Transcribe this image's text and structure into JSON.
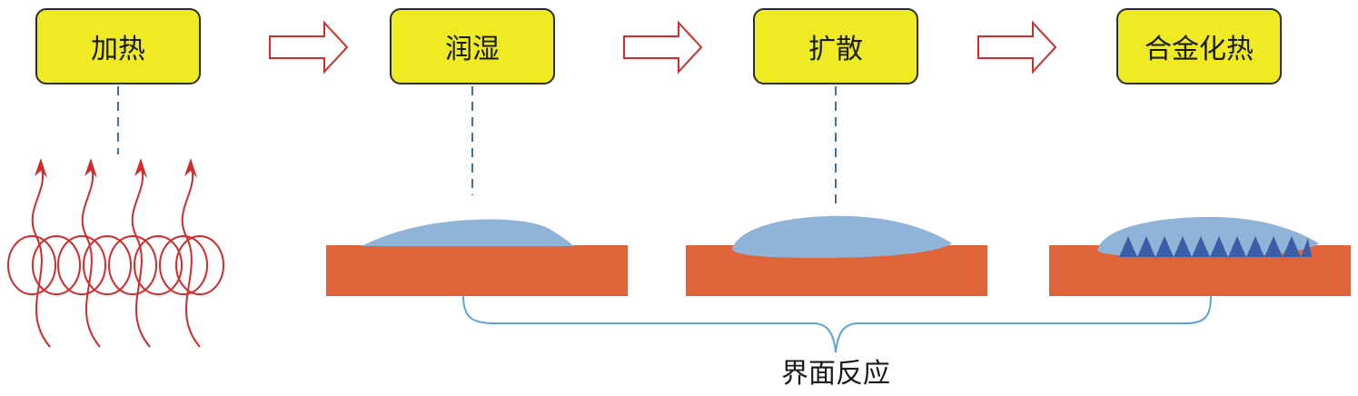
{
  "stages": [
    {
      "label": "加热"
    },
    {
      "label": "润湿"
    },
    {
      "label": "扩散"
    },
    {
      "label": "合金化热"
    }
  ],
  "bracket_label": "界面反应",
  "colors": {
    "stage_fill": "#eeeb24",
    "arrow": "#d42a2a",
    "substrate": "#e0643a",
    "solder": "#8fb4d8",
    "intermetallic": "#3b5ea8",
    "connector": "#3f6fb5",
    "bracket": "#5aa5d6",
    "heat_coil": "#d42a2a"
  },
  "icons": [
    "process-arrow-icon",
    "heat-coil-icon"
  ]
}
